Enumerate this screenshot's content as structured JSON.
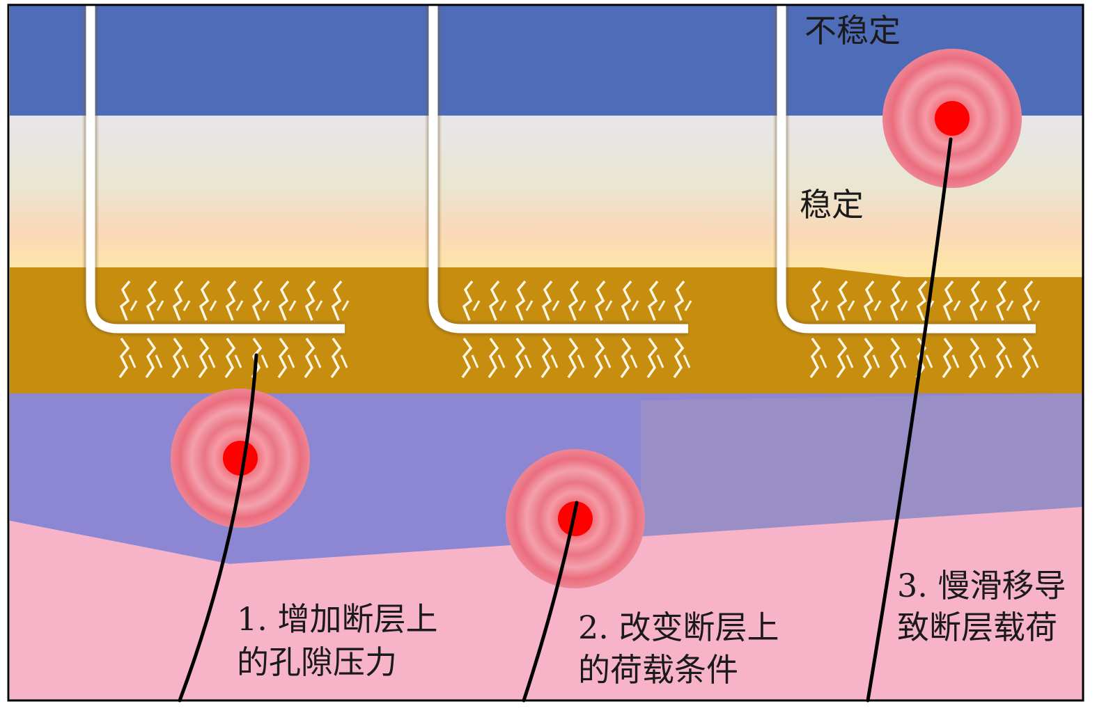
{
  "labels": {
    "unstable": "不稳定",
    "stable": "稳定",
    "m1_line1": "1. 增加断层上",
    "m1_line2": "的孔隙压力",
    "m2_line1": "2. 改变断层上",
    "m2_line2": "的荷载条件",
    "m3_line1": "3. 慢滑移导",
    "m3_line2": "致断层载荷"
  },
  "colors": {
    "unstable_layer": "#4f6cb8",
    "stable_layer_top": "#e6e3e4",
    "stable_layer_bottom": "#fde8b0",
    "reservoir": "#c68d0f",
    "lower_layer": "#8d86d2",
    "basement": "#f7b4c9",
    "well": "#ffffff",
    "frac": "#fff8e6",
    "quake_core": "#ff0000",
    "fault": "#000000"
  }
}
